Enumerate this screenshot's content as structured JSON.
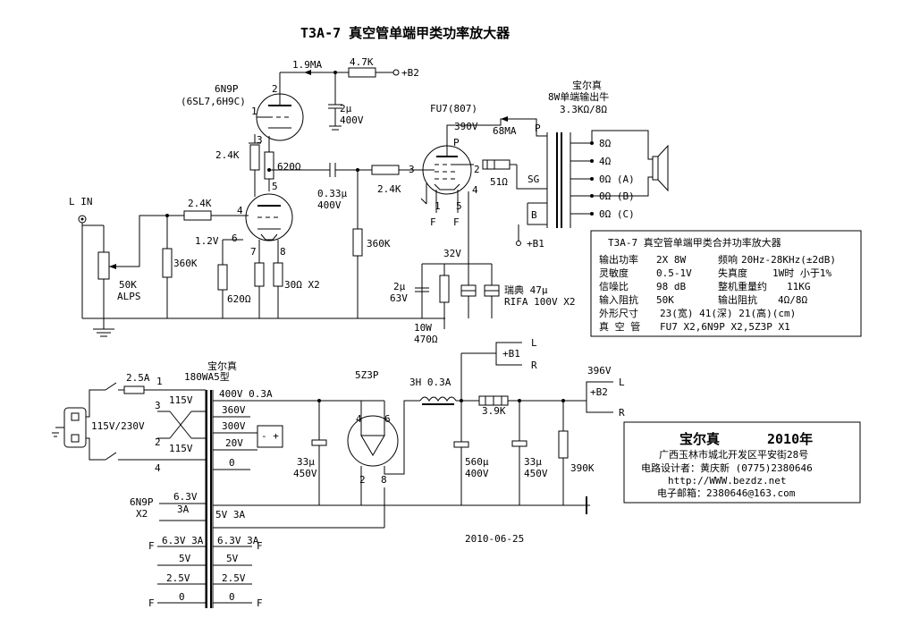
{
  "title": "T3A-7 真空管单端甲类功率放大器",
  "date": "2010-06-25",
  "input": {
    "label": "L IN",
    "pot": "50K",
    "pot2": "ALPS"
  },
  "driver": {
    "tube": "6N9P",
    "tube_alt": "(6SL7,6H9C)",
    "current": "1.9MA",
    "r_b2": "4.7K",
    "b2": "+B2",
    "cap": "2μ",
    "cap_v": "400V",
    "r_plate": "2.4K",
    "r_620": "620Ω",
    "coup_cap": "0.33μ",
    "coup_v": "400V",
    "r_grid_in": "2.4K",
    "r_360": "360K",
    "cath_v": "1.2V",
    "r_620b": "620Ω",
    "r_30": "30Ω X2"
  },
  "pins": {
    "p1": "1",
    "p2": "2",
    "p3": "3",
    "p4": "4",
    "p5": "5",
    "p6": "6",
    "p7": "7",
    "p8": "8"
  },
  "output_stage": {
    "tube": "FU7(807)",
    "plate_v": "390V",
    "current": "68MA",
    "p": "P",
    "sg": "SG",
    "b": "B",
    "b1": "+B1",
    "r_grid": "2.4K",
    "r_360": "360K",
    "r_sg": "51Ω",
    "cath_v": "32V",
    "cap_2": "2μ",
    "cap_2v": "63V",
    "r_470": "470Ω",
    "r_470w": "10W",
    "cap_47": "瑞典 47μ",
    "cap_47v": "RIFA 100V X2",
    "f": "F",
    "pin_1": "1",
    "pin_2": "2",
    "pin_3": "3",
    "pin_4": "4",
    "pin_5": "5",
    "pin_p": "P"
  },
  "output_transformer": {
    "brand": "宝尔真",
    "desc": "8W单端输出牛",
    "imp": "3.3KΩ/8Ω",
    "taps": [
      "8Ω",
      "4Ω",
      "0Ω (A)",
      "0Ω (B)",
      "0Ω (C)"
    ]
  },
  "spec_box": {
    "title": "T3A-7 真空管单端甲类合并功率放大器",
    "rows": [
      [
        "输出功率",
        "2X  8W",
        "频响",
        "20Hz-28KHz(±2dB)"
      ],
      [
        "灵敏度",
        "0.5-1V",
        "失真度",
        "1W时 小于1%"
      ],
      [
        "信噪比",
        "98  dB",
        "整机重量约",
        "11KG"
      ],
      [
        "输入阻抗",
        "50K",
        "输出阻抗",
        "4Ω/8Ω"
      ]
    ],
    "size_label": "外形尺寸",
    "size_val": "23(宽) 41(深) 21(高)(cm)",
    "tube_label": "真 空 管",
    "tube_val": "FU7 X2,6N9P X2,5Z3P X1"
  },
  "power": {
    "brand": "宝尔真",
    "model": "180WA5型",
    "fuse": "2.5A",
    "mains": "115V/230V",
    "prim_top": "115V",
    "prim_bot": "115V",
    "pin1": "1",
    "pin2": "2",
    "pin3": "3",
    "pin4": "4",
    "sec": [
      "400V 0.3A",
      "360V",
      "300V",
      "20V",
      "0"
    ],
    "heater_lbl": "6N9P",
    "heater_x2": "X2",
    "heater_v": "6.3V",
    "heater_a": "3A",
    "rect_heater": "5V  3A",
    "left_f": [
      "6.3V 3A",
      "5V",
      "2.5V",
      "0"
    ],
    "right_f": [
      "6.3V 3A",
      "5V",
      "2.5V",
      "0"
    ],
    "f": "F",
    "rect": "5Z3P",
    "rect_pin4": "4",
    "rect_pin6": "6",
    "rect_pin2": "2",
    "rect_pin8": "8",
    "cap1": "33μ",
    "cap1v": "450V",
    "choke": "3H  0.3A",
    "r_39": "3.9K",
    "cap2": "560μ",
    "cap2v": "400V",
    "cap3": "33μ",
    "cap3v": "450V",
    "r_390": "390K",
    "b1": "+B1",
    "b2": "+B2",
    "v396": "396V",
    "l": "L",
    "r": "R"
  },
  "company": {
    "name": "宝尔真",
    "year": "2010年",
    "addr": "广西玉林市城北开发区平安街28号",
    "designer": "电路设计者：黄庆新    (0775)2380646",
    "web": "http://WWW.bezdz.net",
    "email": "电子邮箱：2380646@163.com"
  }
}
